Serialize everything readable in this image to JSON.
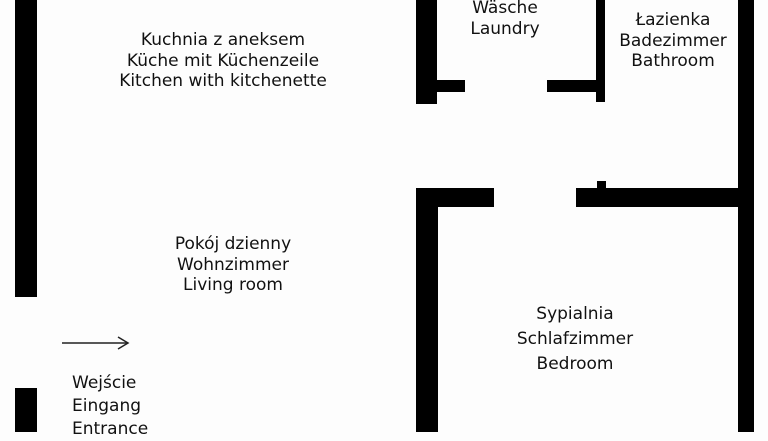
{
  "rooms": {
    "kitchen": [
      "Kuchnia z aneksem",
      "Küche mit Küchenzeile",
      "Kitchen with kitchenette"
    ],
    "laundry": [
      "Wäsche",
      "Laundry"
    ],
    "bathroom": [
      "Łazienka",
      "Badezimmer",
      "Bathroom"
    ],
    "living": [
      "Pokój dzienny",
      "Wohnzimmer",
      "Living room"
    ],
    "bedroom": [
      "Sypialnia",
      "Schlafzimmer",
      "Bedroom"
    ],
    "entrance": [
      "Wejście",
      "Eingang",
      "Entrance"
    ]
  },
  "colors": {
    "wall": "#000000",
    "background": "#fdfdfd"
  },
  "icons": {
    "entrance_arrow": "arrow-right-icon"
  }
}
